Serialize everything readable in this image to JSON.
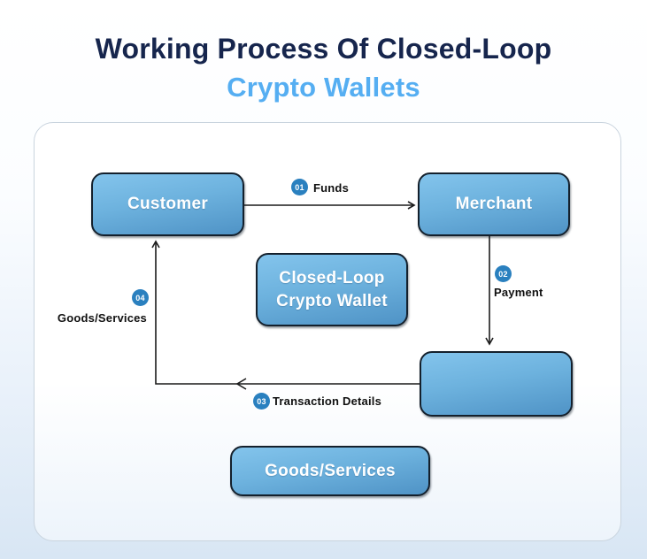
{
  "title": {
    "line1": "Working Process Of Closed-Loop",
    "line2": "Crypto Wallets"
  },
  "nodes": {
    "customer": "Customer",
    "merchant": "Merchant",
    "wallet_line1": "Closed-Loop",
    "wallet_line2": "Crypto Wallet",
    "intermediate": "",
    "goods": "Goods/Services"
  },
  "flows": [
    {
      "step": "01",
      "label": "Funds"
    },
    {
      "step": "02",
      "label": "Payment"
    },
    {
      "step": "03",
      "label": "Transaction Details"
    },
    {
      "step": "04",
      "label": "Goods/Services"
    }
  ],
  "colors": {
    "title_navy": "#16254d",
    "title_blue": "#55aef2",
    "node_gradient_top": "#83c4ec",
    "node_gradient_bottom": "#4f93c6",
    "node_border": "#14202c",
    "badge_blue": "#2a80bf",
    "arrow": "#1c1c1c",
    "card_border": "#c9d4de",
    "page_background_bottom": "#d8e6f4"
  }
}
